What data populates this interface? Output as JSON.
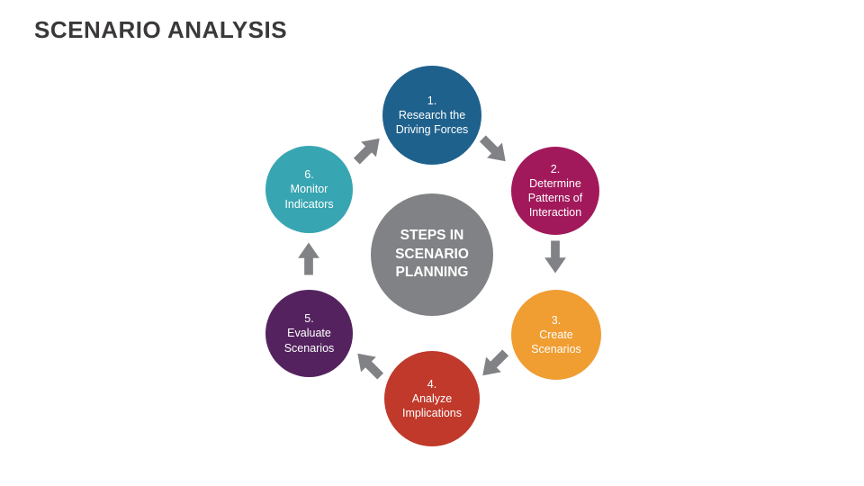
{
  "slide": {
    "title": "SCENARIO ANALYSIS"
  },
  "center": {
    "label": "STEPS IN SCENARIO PLANNING",
    "color": "#808285"
  },
  "arrow": {
    "color": "#808285"
  },
  "steps": [
    {
      "number": "1.",
      "label": "Research the Driving Forces",
      "color": "#1f618d"
    },
    {
      "number": "2.",
      "label": "Determine Patterns of Interaction",
      "color": "#a2195b"
    },
    {
      "number": "3.",
      "label": "Create Scenarios",
      "color": "#f09d32"
    },
    {
      "number": "4.",
      "label": "Analyze Implications",
      "color": "#c0392b"
    },
    {
      "number": "5.",
      "label": "Evaluate Scenarios",
      "color": "#54235f"
    },
    {
      "number": "6.",
      "label": "Monitor Indicators",
      "color": "#38a6b2"
    }
  ]
}
